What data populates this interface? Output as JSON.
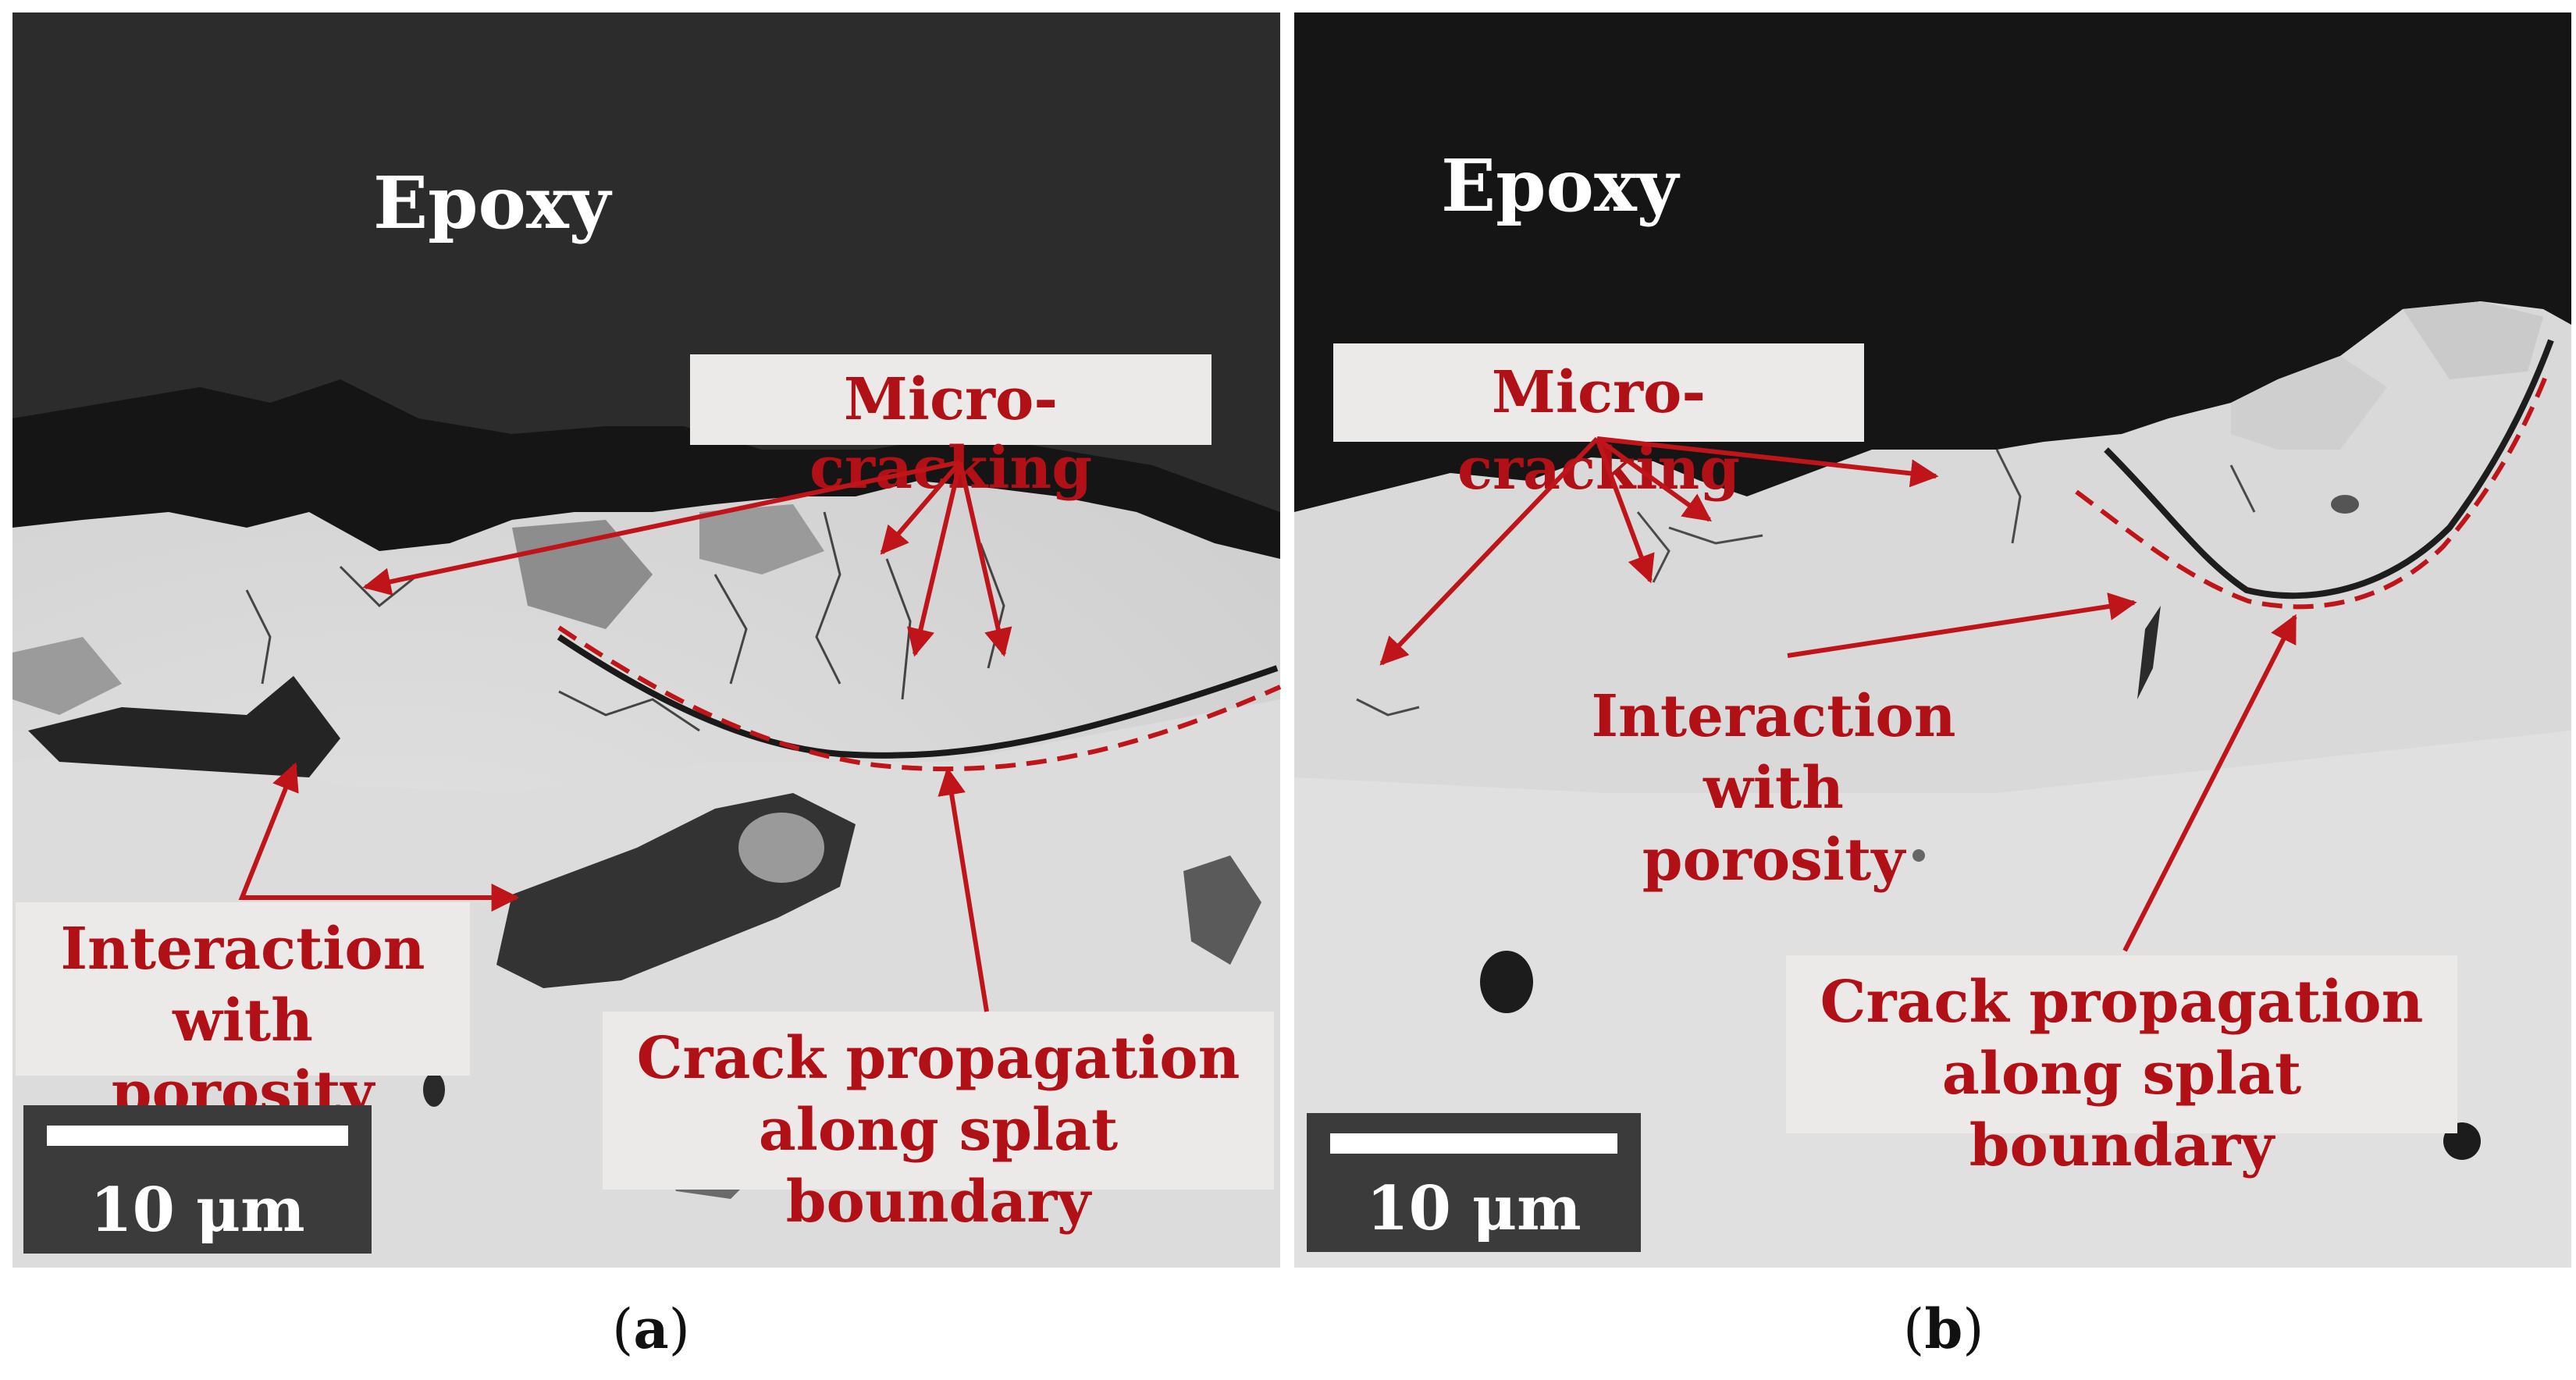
{
  "colors": {
    "annotation_red": "#c0141b",
    "callout_bg": "#ece9e9",
    "epoxy": "#2b2b2b",
    "coating": "#d6d6d6",
    "scale_bg": "#3b3b3b"
  },
  "panels": [
    {
      "epoxy_label": "Epoxy",
      "callouts": {
        "micro_cracking": "Micro-cracking",
        "porosity_line1": "Interaction",
        "porosity_line2": "with porosity",
        "crack_line1": "Crack propagation",
        "crack_line2": "along splat boundary"
      },
      "scale_label": "10 μm",
      "sublabel_open": "(",
      "sublabel_letter": "a",
      "sublabel_close": ")"
    },
    {
      "epoxy_label": "Epoxy",
      "callouts": {
        "micro_cracking": "Micro-cracking",
        "porosity_line1": "Interaction",
        "porosity_line2": "with porosity",
        "crack_line1": "Crack propagation",
        "crack_line2": "along splat boundary"
      },
      "scale_label": "10 μm",
      "sublabel_open": "(",
      "sublabel_letter": "b",
      "sublabel_close": ")"
    }
  ]
}
